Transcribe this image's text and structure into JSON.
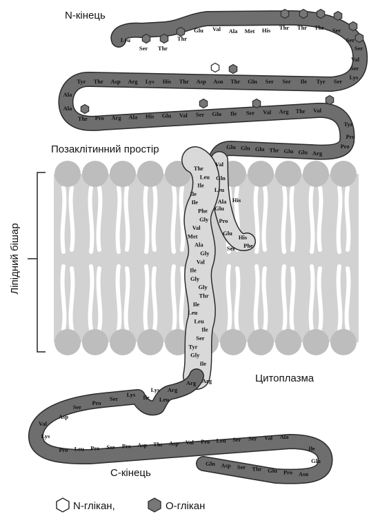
{
  "labels": {
    "n_terminus": "N-кінець",
    "c_terminus": "C-кінець",
    "extracellular": "Позаклітинний простір",
    "cytoplasm": "Цитоплазма",
    "lipid_bilayer": "Ліпідний бішар"
  },
  "legend": {
    "n_glycan": "N-глікан,",
    "o_glycan": "O-глікан"
  },
  "colors": {
    "chain": "#6e6e6e",
    "chain_outline": "#2a2a2a",
    "helix_fill": "#d9d9d9",
    "membrane_band": "#d2d2d2",
    "head_group": "#bdbdbd",
    "o_glycan": "#777777",
    "n_glycan": "#ffffff"
  },
  "residues": {
    "n_top": [
      "Leu",
      "Ser",
      "Thr",
      "Thr",
      "Glu",
      "Val",
      "Ala",
      "Met",
      "His",
      "Thr",
      "Thr",
      "Thr",
      "Ser",
      "Ser",
      "Ser"
    ],
    "right_down": [
      "Val",
      "Ser",
      "Lys"
    ],
    "row2": [
      "Tyr",
      "Thr",
      "Asp",
      "Arg",
      "Lys",
      "His",
      "Thr",
      "Asp",
      "Asn",
      "Thr",
      "Gln",
      "Ser",
      "Ser",
      "Ile",
      "Tyr",
      "Ser"
    ],
    "left_turn": [
      "Ala",
      "Ala"
    ],
    "row3": [
      "Thr",
      "Pro",
      "Arg",
      "Ala",
      "His",
      "Glu",
      "Val",
      "Ser",
      "Glu",
      "Ile",
      "Ser",
      "Val",
      "Arg",
      "Thr",
      "Val"
    ],
    "right_turn2": [
      "Tyr",
      "Pro",
      "Pro"
    ],
    "row4": [
      "Arg",
      "Glu",
      "Glu",
      "Thr",
      "Glu",
      "Glu",
      "Glu"
    ],
    "tm_down": [
      "Val",
      "Gln",
      "Leu",
      "Ala",
      "His",
      "Glu",
      "Pro",
      "Glu",
      "His",
      "Ser",
      "Phe"
    ],
    "tm_helix": [
      "Thr",
      "Leu",
      "Ile",
      "Ile",
      "Ile",
      "Phe",
      "Gly",
      "Val",
      "Met",
      "Ala",
      "Gly",
      "Val",
      "Ile",
      "Gly",
      "Gly",
      "Thr",
      "Ile",
      "Leu",
      "Leu",
      "Ile",
      "Ser",
      "Tyr",
      "Gly",
      "Ile"
    ],
    "cyto1": [
      "Arg",
      "Arg",
      "Arg",
      "Lys",
      "Lys",
      "Ser",
      "Pro",
      "Ser",
      "Asp"
    ],
    "cyto_loop": [
      "Ile",
      "Leu"
    ],
    "cyto_left": [
      "Val",
      "Lys"
    ],
    "cyto_bottom": [
      "Pro",
      "Leu",
      "Pro",
      "Ser",
      "Pro",
      "Asp",
      "Thr",
      "Asp",
      "Val",
      "Pro",
      "Leu",
      "Ser",
      "Ser",
      "Val",
      "Ala"
    ],
    "c_turn": [
      "Ile",
      "Glu"
    ],
    "c_row": [
      "Gln",
      "Asp",
      "Ser",
      "Thr",
      "Glu",
      "Pro",
      "Asn"
    ]
  }
}
